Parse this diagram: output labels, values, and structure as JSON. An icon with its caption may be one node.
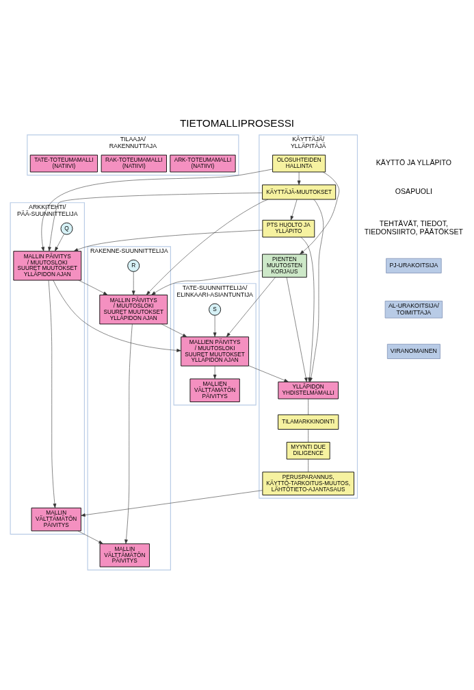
{
  "diagram": {
    "title": "TIETOMALLIPROSESSI",
    "nodes": [
      {
        "text": [
          "TILAAJA/ RAKENNUTTAJA"
        ]
      },
      {
        "text": [
          "ARK-TOTEUMAMALLI",
          "(NATIIVI)"
        ],
        "in": 0
      },
      {
        "text": [
          "RAK-TOTEUMAMALLI",
          "(NATIIVI)"
        ],
        "in": 0
      },
      {
        "text": [
          "TATE-TOTEUMAMALLI",
          "(NATIIVI)"
        ],
        "in": 0
      },
      {
        "text": [
          "KÄYTTÄJÄ/ YLLÄPITÄJÄ"
        ]
      },
      {
        "text": [
          "PTS HUOLTO JA YLLÄPITO"
        ],
        "in": 4
      },
      {
        "text": [
          "KÄYTTÄJÄ-MUUTOKSET"
        ],
        "in": 4
      },
      {
        "text": [
          "OLOSUHTEIDEN HALLINTA"
        ],
        "in": 4
      },
      {
        "text": [
          "YLLÄPIDON YHDISTELMÄMALLI"
        ],
        "in": 4
      },
      {
        "text": [
          "PIENTEN MUUTOSTEN KORJAUS"
        ],
        "in": 4
      },
      {
        "text": [
          "TILAMARKKINOINTI"
        ],
        "in": 4
      },
      {
        "text": [
          "MYYNTI DUE DILIGENCE"
        ],
        "in": 4
      },
      {
        "text": [
          "PERUSPARANNUS, KÄYTTÖ-TARKOITUS-MUUTOS, LÄHTÖTIETO-AJANTASAUS"
        ],
        "in": 4
      },
      {
        "text": [
          "ARKKITEHTI/ PÄÄ-SUUNNITTELIJA"
        ]
      },
      {
        "text": [
          "Q"
        ],
        "in": 13
      },
      {
        "text": [
          "MALLIN PÄIVITYS / MUUTOSLOKI",
          "SUURET MUUTOKSET",
          "YLLÄPIDON AJAN"
        ],
        "in": 13
      },
      {
        "text": [
          "MALLIN VÄLTTÄMÄTÖN PÄIVITYS"
        ],
        "in": 13
      },
      {
        "text": [
          "RAKENNE-SUUNNITTELIJA"
        ]
      },
      {
        "text": [
          "R"
        ],
        "in": 17
      },
      {
        "text": [
          "MALLIN PÄIVITYS / MUUTOSLOKI",
          "SUURET MUUTOKSET",
          "YLLÄPIDON AJAN"
        ],
        "in": 17
      },
      {
        "text": [
          "MALLIN VÄLTTÄMÄTÖN PÄIVITYS"
        ],
        "in": 17
      },
      {
        "text": [
          "TATE-SUUNNITTELIJA/ ELINKAARI-ASIANTUNTIJA"
        ]
      },
      {
        "text": [
          "S"
        ],
        "in": 21
      },
      {
        "text": [
          "MALLIEN PÄIVITYS / MUUTOSLOKI",
          "SUURET MUUTOKSET",
          "YLLÄPIDON AJAN"
        ],
        "in": 21
      },
      {
        "text": [
          "MALLIEN VÄLTTÄMÄTÖN PÄIVITYS"
        ],
        "in": 21
      },
      {
        "text": [
          "PJ-URAKOITSIJA"
        ]
      },
      {
        "text": [
          "AL-URAKOITSIJA/ TOIMITTAJA"
        ]
      },
      {
        "text": [
          "VIRANOMAINEN"
        ]
      }
    ],
    "edges": [
      {
        "from": 14,
        "to": 15,
        "arrow": "to"
      },
      {
        "from": 18,
        "to": 19,
        "arrow": "to"
      },
      {
        "from": 22,
        "to": 23,
        "arrow": "to"
      },
      {
        "from": 6,
        "to": 5,
        "arrow": "to"
      },
      {
        "from": 7,
        "to": 6,
        "arrow": "to"
      },
      {
        "from": 6,
        "to": 8,
        "arrow": "to"
      },
      {
        "from": 5,
        "to": 8,
        "arrow": "to"
      },
      {
        "from": 5,
        "to": 15,
        "arrow": "to"
      },
      {
        "from": 6,
        "to": 15,
        "arrow": "to"
      },
      {
        "from": 6,
        "to": 19,
        "arrow": "to"
      },
      {
        "from": 15,
        "to": 19,
        "arrow": "to"
      },
      {
        "from": 15,
        "to": 23,
        "arrow": "to"
      },
      {
        "from": 19,
        "to": 23,
        "arrow": "to"
      },
      {
        "from": 7,
        "to": 9,
        "arrow": "to"
      },
      {
        "from": 7,
        "to": 15,
        "arrow": "to"
      },
      {
        "from": 9,
        "to": 8,
        "arrow": "to"
      },
      {
        "from": 9,
        "to": 19,
        "arrow": "to"
      },
      {
        "from": 9,
        "to": 23,
        "arrow": "to"
      },
      {
        "from": 23,
        "to": 8,
        "arrow": "to"
      },
      {
        "from": 8,
        "to": 10,
        "arrow": "none"
      },
      {
        "from": 10,
        "to": 11,
        "arrow": "none"
      },
      {
        "from": 11,
        "to": 12,
        "arrow": "none"
      },
      {
        "from": 12,
        "to": 16,
        "arrow": "to"
      },
      {
        "from": 16,
        "to": 20,
        "arrow": "to"
      },
      {
        "from": 15,
        "to": 16,
        "arrow": "to"
      },
      {
        "from": 19,
        "to": 20,
        "arrow": "to"
      },
      {
        "from": 23,
        "to": 24,
        "arrow": "to"
      }
    ],
    "labels": [
      "KÄYTTÖ JA YLLÄPITO",
      "OSAPUOLI",
      "TEHTÄVÄT, TIEDOT, TIEDONSIIRTO, PÄÄTÖKSET"
    ]
  }
}
